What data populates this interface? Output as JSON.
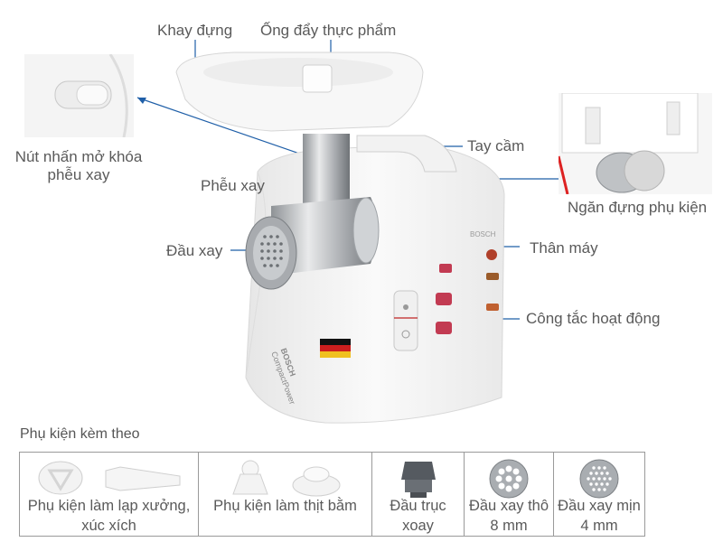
{
  "callouts": {
    "tray": "Khay đựng",
    "pusher": "Ống đẩy thực phẩm",
    "unlock_button": "Nút nhấn mở khóa\nphễu xay",
    "handle": "Tay cầm",
    "funnel": "Phễu xay",
    "storage": "Ngăn đựng phụ kiện",
    "grinding_head": "Đầu xay",
    "body": "Thân máy",
    "switch": "Công tắc hoạt động"
  },
  "device": {
    "brand": "BOSCH",
    "model": "CompactPower"
  },
  "accessories": {
    "title": "Phụ kiện kèm theo",
    "items": [
      {
        "caption": "Phụ kiện làm lạp xưởng,\nxúc xích",
        "icons": [
          "sausage-disc-icon",
          "sausage-nozzle-icon"
        ]
      },
      {
        "caption": "Phụ kiện làm thịt bằm",
        "icons": [
          "kebbe-cone-icon",
          "kebbe-ring-icon"
        ]
      },
      {
        "caption": "Đầu trục\nxoay",
        "icons": [
          "shaft-head-icon"
        ]
      },
      {
        "caption": "Đầu xay thô\n8 mm",
        "icons": [
          "coarse-disc-icon"
        ]
      },
      {
        "caption": "Đầu xay mịn\n4 mm",
        "icons": [
          "fine-disc-icon"
        ]
      }
    ]
  },
  "colors": {
    "leader_line": "#1f5fa8",
    "body_white": "#f4f4f4",
    "metal": "#b9bcbf",
    "label_text": "#5a5a5a"
  }
}
